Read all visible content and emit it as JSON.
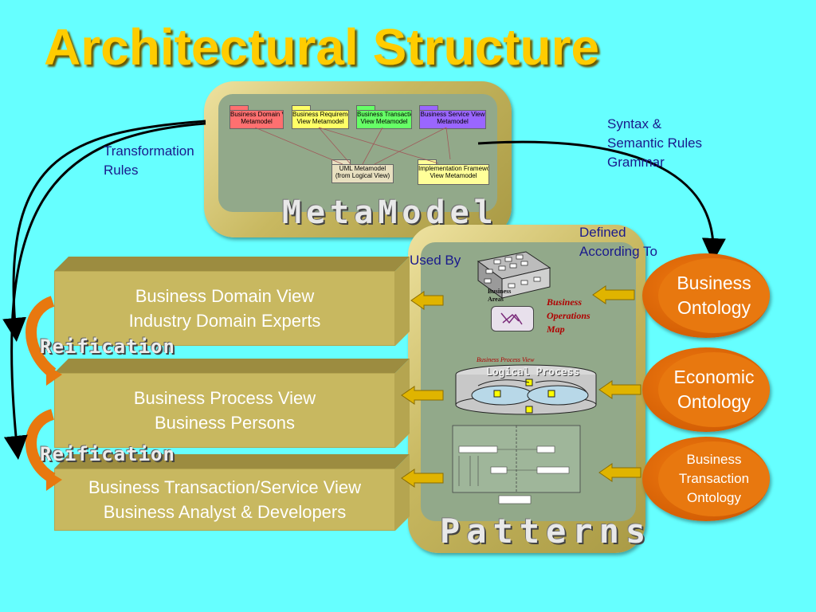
{
  "title": "Architectural Structure",
  "metamodel": {
    "label": "MetaModel",
    "boxes": [
      {
        "line1": "Business Domain V",
        "line2": "Metamodel",
        "color": "#ff7070"
      },
      {
        "line1": "Business Requireme",
        "line2": "View Metamodel",
        "color": "#ffff66"
      },
      {
        "line1": "Business Transactio",
        "line2": "View Metamodel",
        "color": "#66ff66"
      },
      {
        "line1": "Business Service View",
        "line2": "Metamodel",
        "color": "#9a66ff"
      },
      {
        "line1": "UML Metamodel",
        "line2": "(from Logical View)",
        "color": "#e8e0c0"
      },
      {
        "line1": "Implementation Framework",
        "line2": "View Metamodel",
        "color": "#ffff99"
      }
    ]
  },
  "notes": {
    "transformation": [
      "Transformation",
      "Rules"
    ],
    "syntax": [
      "Syntax &",
      "Semantic Rules",
      "Grammar"
    ],
    "defined": [
      "Defined",
      "According To"
    ],
    "used_by": "Used By"
  },
  "views": [
    {
      "line1": "Business Domain View",
      "line2": "Industry Domain Experts"
    },
    {
      "line1": "Business Process View",
      "line2": "Business Persons"
    },
    {
      "line1": "Business Transaction/Service View",
      "line2": "Business Analyst & Developers"
    }
  ],
  "reification": "Reification",
  "patterns": {
    "label": "Patterns",
    "business_areas": "Business Areas",
    "ops_map": [
      "Business",
      "Operations",
      "Map"
    ],
    "process_view": "Business Process View",
    "logical_process": "Logical Process"
  },
  "ontologies": [
    {
      "line1": "Business",
      "line2": "Ontology"
    },
    {
      "line1": "Economic",
      "line2": "Ontology"
    },
    {
      "line1": "Business",
      "line2": "Transaction",
      "line3": "Ontology"
    }
  ],
  "colors": {
    "background": "#66ffff",
    "title": "#ffcc00",
    "panel": "#c8b860",
    "ontology": "#e8780f",
    "note_text": "#1a1a8c"
  }
}
